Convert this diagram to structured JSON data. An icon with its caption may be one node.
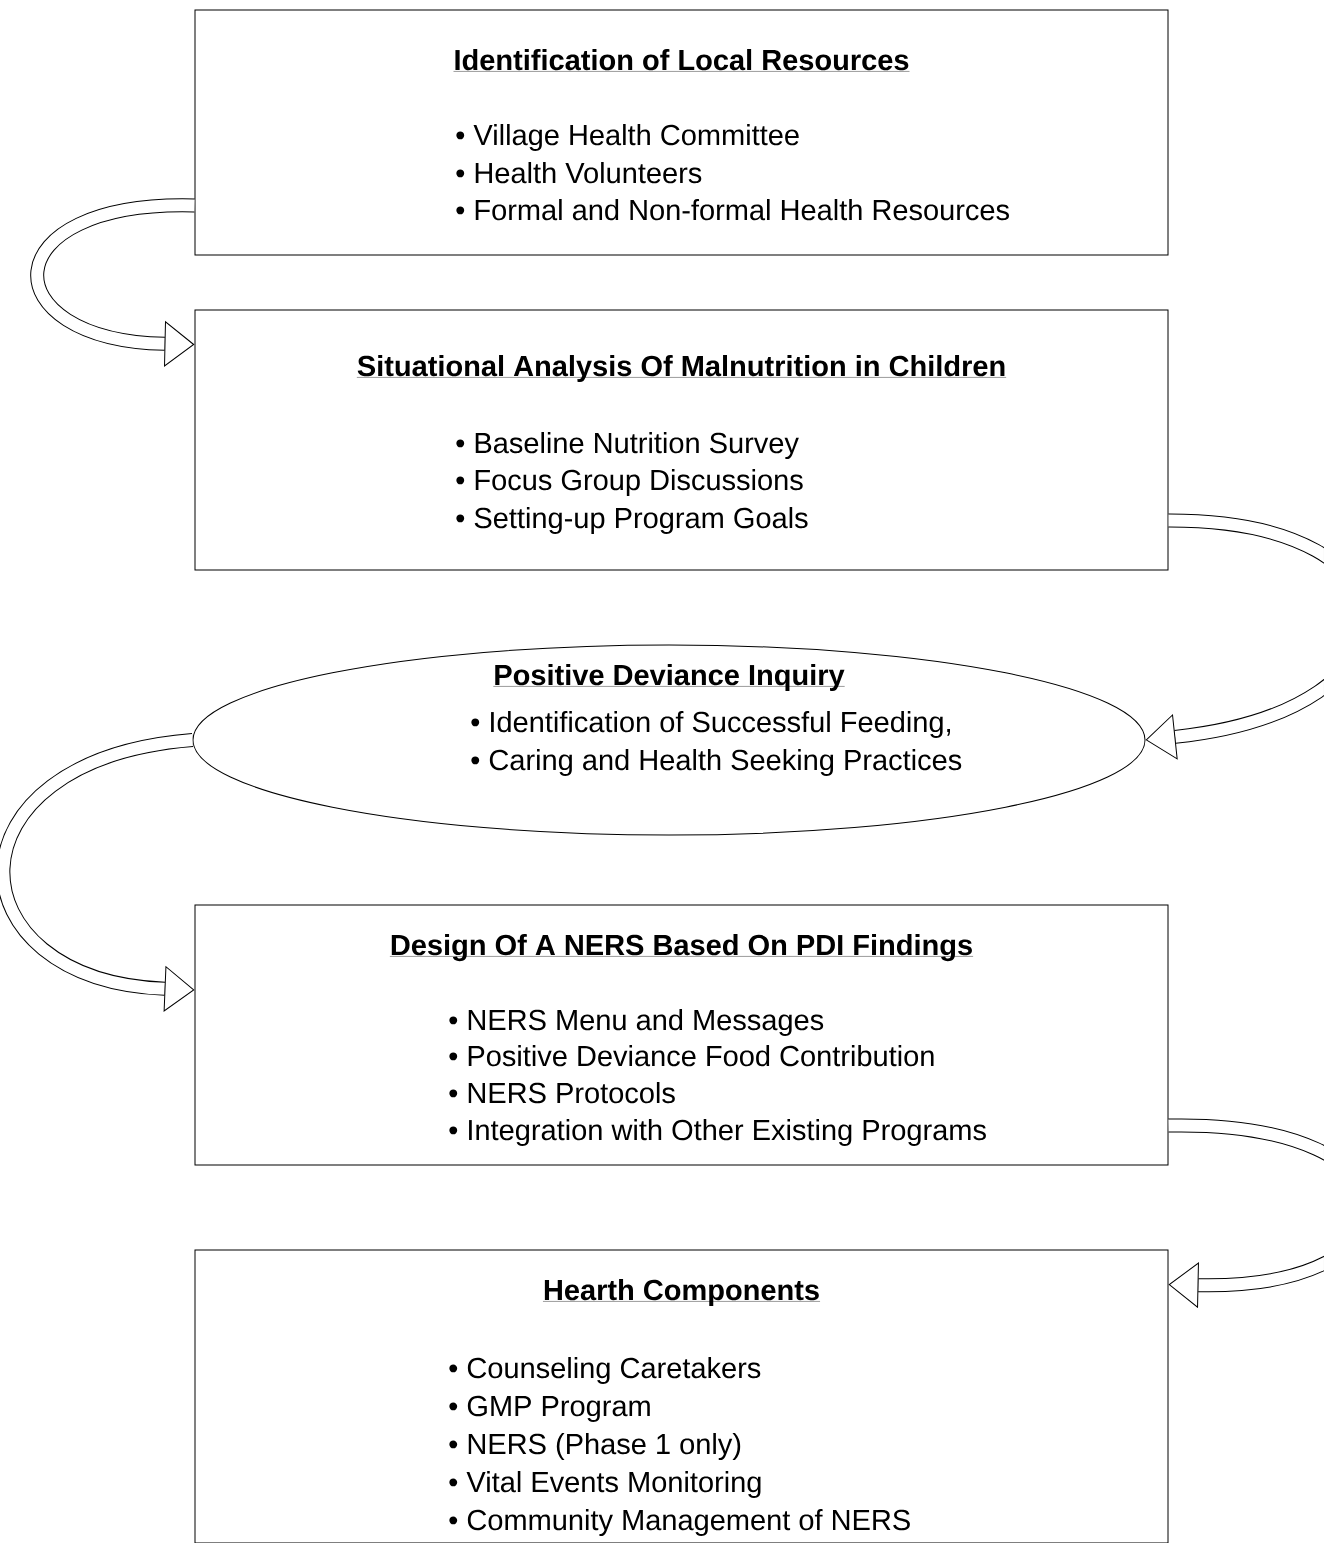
{
  "diagram": {
    "nodes": [
      {
        "text": [
          "Identification of Local Resources",
          "• Village Health Committee",
          "• Health Volunteers",
          "• Formal and Non-formal Health Resources"
        ]
      },
      {
        "text": [
          "Situational Analysis Of Malnutrition in Children",
          "• Baseline Nutrition Survey",
          "• Focus Group Discussions",
          "• Setting-up Program Goals"
        ]
      },
      {
        "text": [
          "Positive Deviance Inquiry",
          "• Identification of Successful Feeding,",
          "• Caring and Health Seeking Practices"
        ]
      },
      {
        "text": [
          "Design Of A NERS Based On PDI Findings",
          "• NERS Menu and Messages",
          "• Positive Deviance Food Contribution",
          "• NERS Protocols",
          "• Integration with Other Existing Programs"
        ]
      },
      {
        "text": [
          "Hearth Components",
          "• Counseling Caretakers",
          "• GMP Program",
          "• NERS (Phase 1 only)",
          "• Vital Events Monitoring",
          "• Community Management of NERS"
        ]
      }
    ],
    "edges": [
      {
        "from": 0,
        "to": 1,
        "arrow": "to"
      },
      {
        "from": 1,
        "to": 2,
        "arrow": "to"
      },
      {
        "from": 2,
        "to": 3,
        "arrow": "to"
      },
      {
        "from": 3,
        "to": 4,
        "arrow": "to"
      }
    ]
  }
}
